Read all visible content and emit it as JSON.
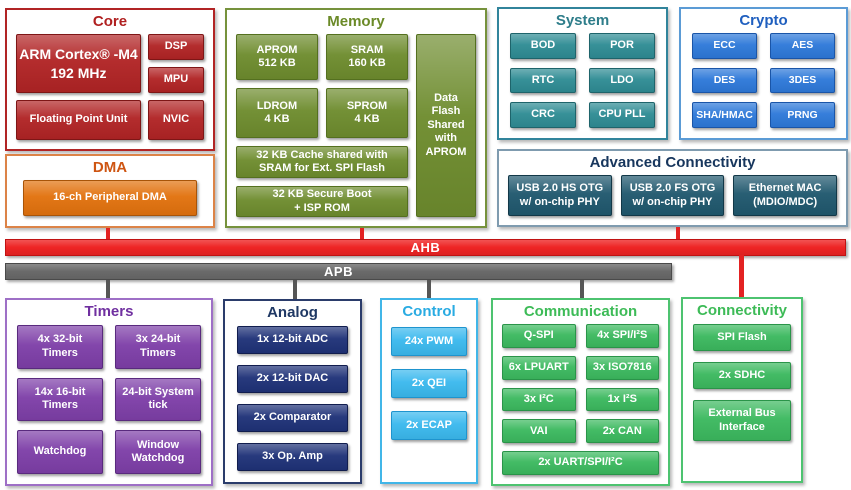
{
  "palette": {
    "core_red": "#B12425",
    "dma_orange": "#E2720E",
    "memory_olive": "#6E8C2E",
    "system_teal": "#2F8C94",
    "crypto_blue": "#2E79D9",
    "advanced_connectivity_slate": "#20586E",
    "ahb_bus_red": "#EE2424",
    "apb_bus_gray": "#6A6A6A",
    "timers_purple": "#7E3FA8",
    "analog_navy": "#1F3278",
    "control_cyan": "#3BB9EE",
    "communication_green": "#3CB95F",
    "connectivity_green": "#3CB95F"
  },
  "buses": {
    "ahb": "AHB",
    "apb": "APB"
  },
  "core": {
    "title": "Core",
    "arm": "ARM Cortex® -M4\n192 MHz",
    "dsp": "DSP",
    "mpu": "MPU",
    "fpu": "Floating Point Unit",
    "nvic": "NVIC"
  },
  "dma": {
    "title": "DMA",
    "pdma": "16-ch Peripheral DMA"
  },
  "memory": {
    "title": "Memory",
    "aprom": "APROM\n512 KB",
    "sram": "SRAM\n160 KB",
    "ldrom": "LDROM\n4 KB",
    "sprom": "SPROM\n4 KB",
    "cache": "32 KB Cache shared with\nSRAM for Ext. SPI Flash",
    "secure_boot": "32 KB Secure Boot\n+ ISP ROM",
    "data_flash": "Data\nFlash\nShared\nwith\nAPROM"
  },
  "system": {
    "title": "System",
    "bod": "BOD",
    "por": "POR",
    "rtc": "RTC",
    "ldo": "LDO",
    "crc": "CRC",
    "cpu_pll": "CPU PLL"
  },
  "crypto": {
    "title": "Crypto",
    "ecc": "ECC",
    "aes": "AES",
    "des": "DES",
    "tdes": "3DES",
    "sha_hmac": "SHA/HMAC",
    "prng": "PRNG"
  },
  "advanced_connectivity": {
    "title": "Advanced Connectivity",
    "usb_hs": "USB 2.0 HS OTG\nw/ on-chip PHY",
    "usb_fs": "USB 2.0 FS OTG\nw/ on-chip PHY",
    "ethernet": "Ethernet MAC\n(MDIO/MDC)"
  },
  "timers": {
    "title": "Timers",
    "t32": "4x 32-bit\nTimers",
    "t24": "3x 24-bit\nTimers",
    "t16": "14x 16-bit\nTimers",
    "systick": "24-bit System\ntick",
    "watchdog": "Watchdog",
    "window_watchdog": "Window\nWatchdog"
  },
  "analog": {
    "title": "Analog",
    "adc": "1x 12-bit ADC",
    "dac": "2x 12-bit DAC",
    "comparator": "2x Comparator",
    "opamp": "3x Op. Amp"
  },
  "control": {
    "title": "Control",
    "pwm": "24x PWM",
    "qei": "2x QEI",
    "ecap": "2x ECAP"
  },
  "communication": {
    "title": "Communication",
    "qspi": "Q-SPI",
    "spi_i2s": "4x SPI/I²S",
    "lpuart": "6x LPUART",
    "iso7816": "3x ISO7816",
    "i2c": "3x I²C",
    "i2s": "1x I²S",
    "vai": "VAI",
    "can": "2x CAN",
    "uart_spi_i2c": "2x UART/SPI/I²C"
  },
  "connectivity": {
    "title": "Connectivity",
    "spi_flash": "SPI Flash",
    "sdhc": "2x SDHC",
    "ebi": "External Bus\nInterface"
  }
}
